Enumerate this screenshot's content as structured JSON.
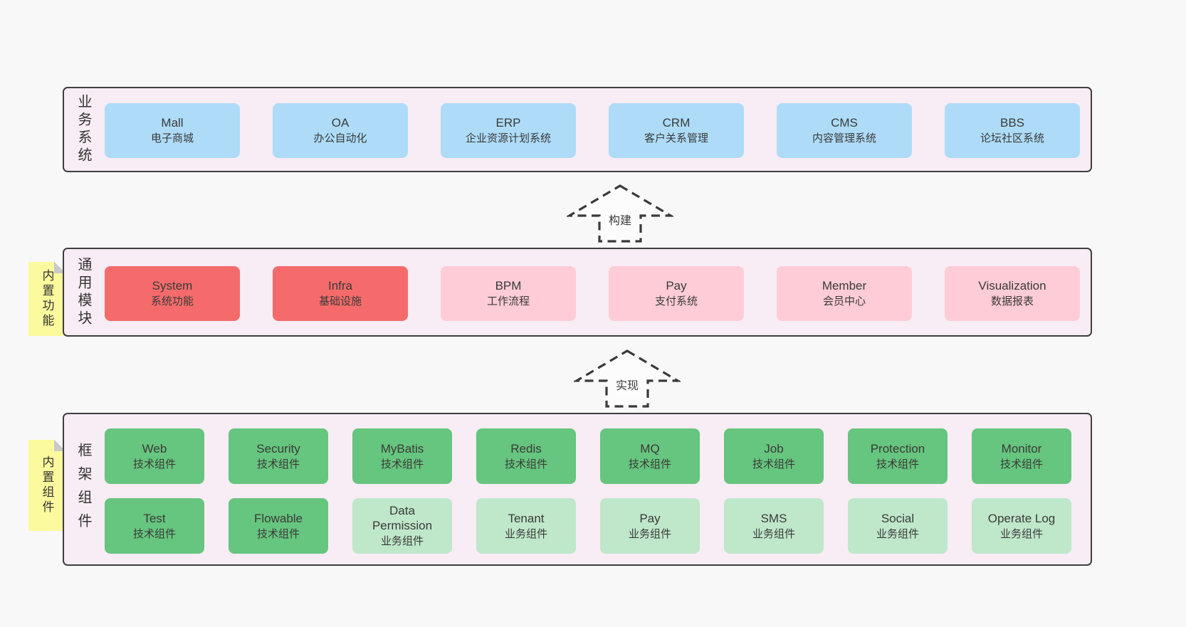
{
  "colors": {
    "page_bg": "#f8f8f8",
    "container_bg": "#f8ecf5",
    "container_border": "#3f3f3f",
    "box_blue": "#aedcf8",
    "box_red": "#f56b6b",
    "box_pink": "#fdccd6",
    "box_green": "#66c57e",
    "box_light_green": "#bfe7ca",
    "note_yellow": "#fbfa9e",
    "note_fold_gray": "#c9c9c9",
    "text": "#3a3a3a"
  },
  "arrows": {
    "build": "构建",
    "implement": "实现"
  },
  "layers": {
    "business": {
      "label": "业务系统",
      "boxes": [
        {
          "title": "Mall",
          "subtitle": "电子商城"
        },
        {
          "title": "OA",
          "subtitle": "办公自动化"
        },
        {
          "title": "ERP",
          "subtitle": "企业资源计划系统"
        },
        {
          "title": "CRM",
          "subtitle": "客户关系管理"
        },
        {
          "title": "CMS",
          "subtitle": "内容管理系统"
        },
        {
          "title": "BBS",
          "subtitle": "论坛社区系统"
        }
      ]
    },
    "modules": {
      "label": "通用模块",
      "note": "内置功能",
      "boxes": [
        {
          "title": "System",
          "subtitle": "系统功能"
        },
        {
          "title": "Infra",
          "subtitle": "基础设施"
        },
        {
          "title": "BPM",
          "subtitle": "工作流程"
        },
        {
          "title": "Pay",
          "subtitle": "支付系统"
        },
        {
          "title": "Member",
          "subtitle": "会员中心"
        },
        {
          "title": "Visualization",
          "subtitle": "数据报表"
        }
      ]
    },
    "framework": {
      "label": "框架组件",
      "note": "内置组件",
      "row1": [
        {
          "title": "Web",
          "subtitle": "技术组件"
        },
        {
          "title": "Security",
          "subtitle": "技术组件"
        },
        {
          "title": "MyBatis",
          "subtitle": "技术组件"
        },
        {
          "title": "Redis",
          "subtitle": "技术组件"
        },
        {
          "title": "MQ",
          "subtitle": "技术组件"
        },
        {
          "title": "Job",
          "subtitle": "技术组件"
        },
        {
          "title": "Protection",
          "subtitle": "技术组件"
        },
        {
          "title": "Monitor",
          "subtitle": "技术组件"
        }
      ],
      "row2": [
        {
          "title": "Test",
          "subtitle": "技术组件"
        },
        {
          "title": "Flowable",
          "subtitle": "技术组件"
        },
        {
          "title": "Data Permission",
          "subtitle": "业务组件"
        },
        {
          "title": "Tenant",
          "subtitle": "业务组件"
        },
        {
          "title": "Pay",
          "subtitle": "业务组件"
        },
        {
          "title": "SMS",
          "subtitle": "业务组件"
        },
        {
          "title": "Social",
          "subtitle": "业务组件"
        },
        {
          "title": "Operate Log",
          "subtitle": "业务组件"
        }
      ]
    }
  }
}
